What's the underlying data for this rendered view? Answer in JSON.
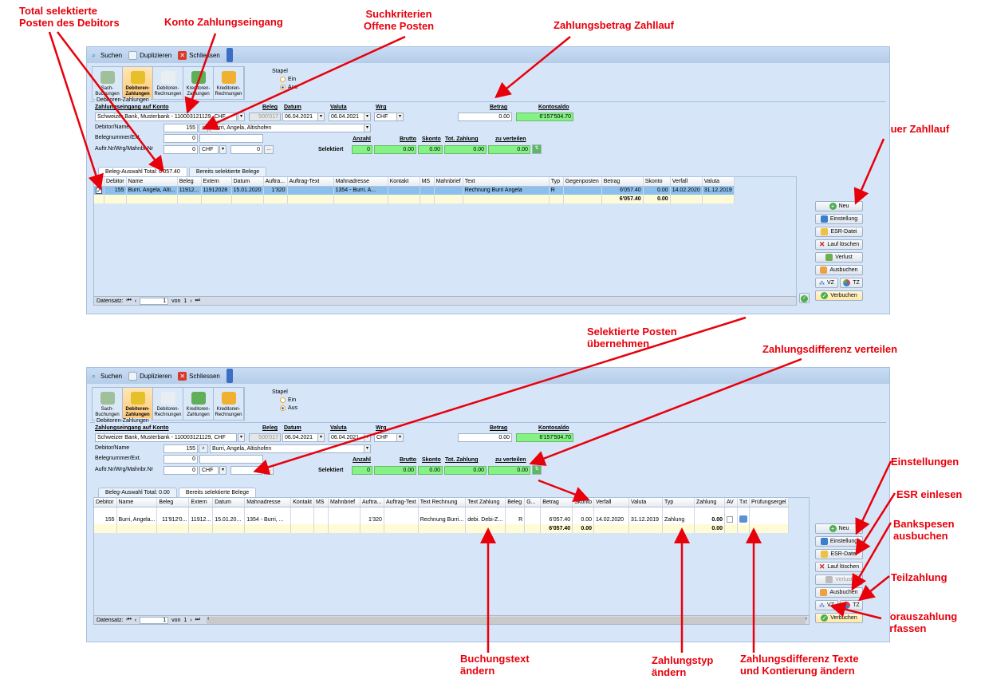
{
  "annotations": {
    "total_selected": "Total selektierte\nPosten des Debitors",
    "konto": "Konto Zahlungseingang",
    "suchkriterien": "Suchkriterien\nOffene Posten",
    "zahlungsbetrag": "Zahlungsbetrag Zahllauf",
    "neuer_zahllauf": "Neuer Zahllauf",
    "selektierte_uebernehmen": "Selektierte Posten\nübernehmen",
    "differenz_verteilen": "Zahlungsdifferenz verteilen",
    "einstellungen": "Einstellungen",
    "esr_einlesen": "ESR einlesen",
    "bankspesen": "Bankspesen\nausbuchen",
    "teilzahlung": "Teilzahlung",
    "vorauszahlung": "Vorauszahlung\nerfassen",
    "buchungstext": "Buchungstext\nändern",
    "zahlungstyp": "Zahlungstyp\nändern",
    "differenz_texte": "Zahlungsdifferenz Texte\nund Kontierung ändern"
  },
  "toolbar": {
    "search": "Suchen",
    "duplicate": "Duplizieren",
    "close": "Schliessen"
  },
  "ribbon": [
    {
      "label": "Sach-\nBuchungen",
      "icon": "ledger-icon",
      "color": "#9fc09a"
    },
    {
      "label": "Debitoren-\nZahlungen",
      "icon": "coins-icon",
      "color": "#e6c02a"
    },
    {
      "label": "Debitoren-\nRechnungen",
      "icon": "invoice-icon",
      "color": "#e9eef3"
    },
    {
      "label": "Kreditoren-\nZahlungen",
      "icon": "money-icon",
      "color": "#5fae58"
    },
    {
      "label": "Kreditoren-\nRechnungen",
      "icon": "basket-icon",
      "color": "#f0b030"
    }
  ],
  "stapel": {
    "label": "Stapel",
    "on": "Ein",
    "off": "Aus"
  },
  "form": {
    "group": "Debitoren-Zahlungen",
    "konto_label": "Zahlungseingang auf Konto",
    "konto_value": "Schweizer Bank, Musterbank - 110003121129, CHF",
    "beleg_label": "Beleg",
    "beleg_value": "500'017",
    "datum_label": "Datum",
    "datum_value": "06.04.2021",
    "valuta_label": "Valuta",
    "valuta_value": "06.04.2021",
    "wrg_label": "Wrg",
    "wrg_value": "CHF",
    "betrag_label": "Betrag",
    "betrag_value": "0.00",
    "saldo_label": "Kontosaldo",
    "saldo_value": "6'157'504.70",
    "debitor_label": "Debitor/Name",
    "debitor_nr": "155",
    "debitor_name": "Burri, Angela, Altishofen",
    "belegnr_label": "Belegnummer/Ext.",
    "belegnr_value": "0",
    "auftr_label": "Auftr.Nr/Wrg/Mahnbr.Nr",
    "auftr_value": "0",
    "auftr_wrg": "CHF",
    "mahnbr_value": "0",
    "selektiert_label": "Selektiert",
    "anzahl_label": "Anzahl",
    "anzahl_value": "0",
    "brutto_label": "Brutto",
    "brutto_value": "0.00",
    "skonto_label": "Skonto",
    "skonto_value": "0.00",
    "tot_label": "Tot. Zahlung",
    "tot_value": "0.00",
    "verteilen_label": "zu verteilen",
    "verteilen_value": "0.00"
  },
  "w1": {
    "tabs": [
      "Beleg-Auswahl Total: 6'057.40",
      "Bereits selektierte Belege"
    ],
    "columns": [
      "",
      "Debitor",
      "Name",
      "Beleg",
      "Extern",
      "Datum",
      "Auftra...",
      "Auftrag-Text",
      "Mahnadresse",
      "Kontakt",
      "MS",
      "Mahnbrief",
      "Text",
      "Typ",
      "Gegenposten",
      "Betrag",
      "Skonto",
      "Verfall",
      "Valuta"
    ],
    "rows": [
      [
        "✓",
        "155",
        "Burri, Angela, Alti...",
        "11912...",
        "11912028",
        "15.01.2020",
        "1'320",
        "",
        "1354 - Burri, A...",
        "",
        "",
        "",
        "Rechnung Burri Angela",
        "R",
        "",
        "6'057.40",
        "0.00",
        "14.02.2020",
        "31.12.2019"
      ]
    ],
    "totals": {
      "betrag": "6'057.40",
      "skonto": "0.00"
    },
    "nav": {
      "label": "Datensatz:",
      "current": "1",
      "of": "von",
      "total": "1"
    }
  },
  "w2": {
    "tabs": [
      "Beleg-Auswahl Total: 0.00",
      "Bereits selektierte Belege"
    ],
    "columns": [
      "Debitor",
      "Name",
      "Beleg",
      "Extern",
      "Datum",
      "Mahnadresse",
      "Kontakt",
      "MS",
      "Mahnbrief",
      "Auftra...",
      "Auftrag-Text",
      "Text Rechnung",
      "Text Zahlung",
      "Beleg",
      "G...",
      "Betrag",
      "Skonto",
      "Verfall",
      "Valuta",
      "Typ",
      "Zahlung",
      "AV",
      "Txt",
      "Prüfungsergel"
    ],
    "rows": [
      [
        "155",
        "Burri, Angela...",
        "11'912'0...",
        "11912...",
        "15.01.20...",
        "1354 - Burri, ...",
        "",
        "",
        "",
        "1'320",
        "",
        "Rechnung Burri...",
        "debi. Debi-Z...",
        "R",
        "",
        "6'057.40",
        "0.00",
        "14.02.2020",
        "31.12.2019",
        "Zahlung",
        "0.00",
        "",
        "",
        ""
      ]
    ],
    "totals": {
      "betrag": "6'057.40",
      "skonto": "0.00",
      "zahlung": "0.00"
    },
    "nav": {
      "label": "Datensatz:",
      "current": "1",
      "of": "von",
      "total": "1"
    }
  },
  "buttons": {
    "neu": "Neu",
    "einstellung": "Einstellung",
    "esr": "ESR-Datei",
    "lauf_loeschen": "Lauf löschen",
    "verlust": "Verlust",
    "ausbuchen": "Ausbuchen",
    "vz": "VZ",
    "tz": "TZ",
    "verbuchen": "Verbuchen"
  }
}
